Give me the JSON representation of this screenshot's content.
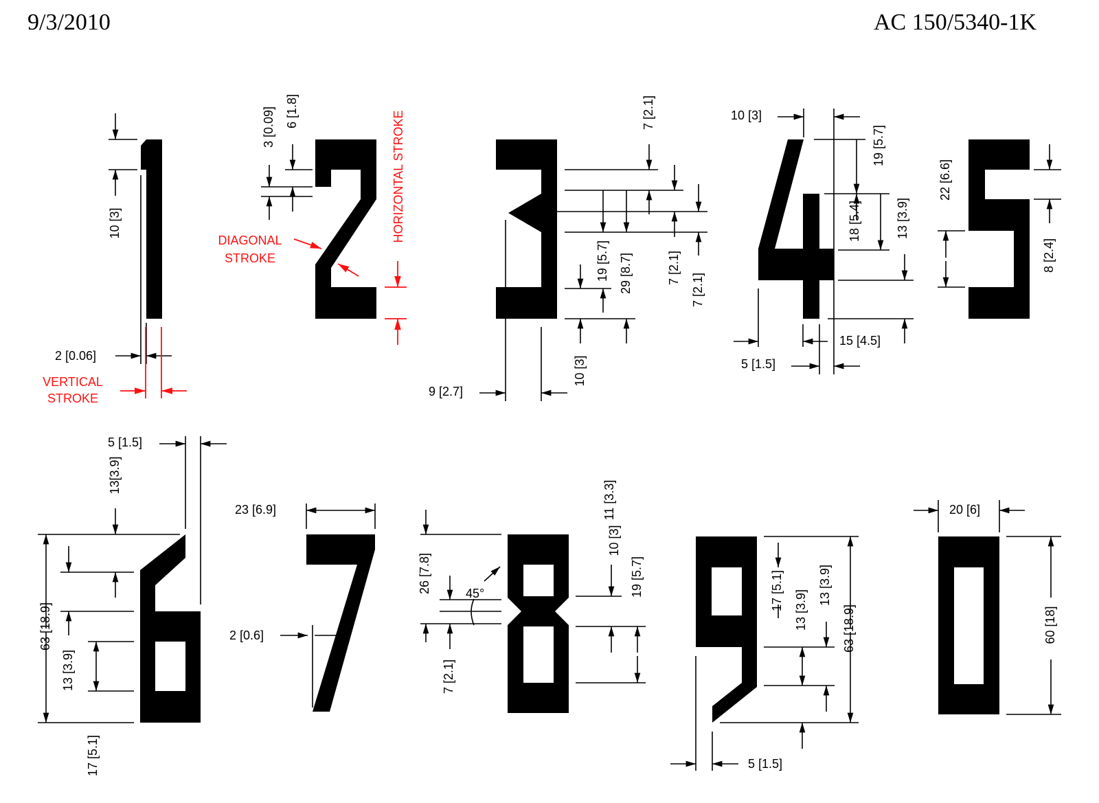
{
  "header": {
    "date": "9/3/2010",
    "doc_id": "AC 150/5340-1K"
  },
  "colors": {
    "ink": "#000000",
    "callout": "#ff1010"
  },
  "digits": {
    "one": {
      "labels": {
        "top_height": "10 [3]",
        "width": "2 [0.06]",
        "stroke_name": "VERTICAL\nSTROKE"
      }
    },
    "two": {
      "labels": {
        "a": "3 [0.09]",
        "b": "6 [1.8]",
        "diagonal": "DIAGONAL\nSTROKE",
        "horizontal": "HORIZONTAL STROKE"
      }
    },
    "three": {
      "labels": {
        "a": "7 [2.1]",
        "b": "19 [5.7]",
        "c": "29 [8.7]",
        "d": "7 [2.1]",
        "e": "7 [2.1]",
        "f": "10 [3]",
        "g": "9 [2.7]"
      }
    },
    "four": {
      "labels": {
        "a": "10 [3]",
        "b": "19 [5.7]",
        "c": "18 [5.4]",
        "d": "13 [3.9]",
        "e": "15 [4.5]",
        "f": "5 [1.5]"
      }
    },
    "five": {
      "labels": {
        "a": "22 [6.6]",
        "b": "8 [2.4]"
      }
    },
    "six": {
      "labels": {
        "a": "5 [1.5]",
        "b": "13[3.9]",
        "c": "63 [18.9]",
        "d": "13 [3.9]",
        "e": "17 [5.1]"
      }
    },
    "seven": {
      "labels": {
        "a": "23 [6.9]",
        "b": "2 [0.6]"
      }
    },
    "eight": {
      "labels": {
        "a": "26 [7.8]",
        "b": "45°",
        "c": "7 [2.1]",
        "d": "10 [3]",
        "e": "11 [3.3]",
        "f": "19 [5.7]"
      }
    },
    "nine": {
      "labels": {
        "a": "17 [5.1]",
        "b": "13 [3.9]",
        "c": "13 [3.9]",
        "d": "63 [18.9]",
        "e": "5 [1.5]"
      }
    },
    "zero": {
      "labels": {
        "a": "20 [6]",
        "b": "60 [18]"
      }
    }
  }
}
